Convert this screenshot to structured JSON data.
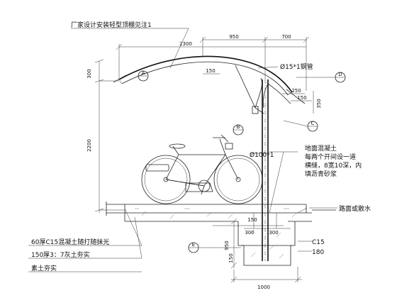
{
  "notes": {
    "top": "厂家设计安装轻型顶棚见注1",
    "pipe_top": "Ø15*1钢管",
    "pipe_main": "Ø100*1",
    "ground_1": "地面混凝土",
    "ground_2": "每两个开间设一道",
    "ground_3": "横缝，8宽10深，内",
    "ground_4": "填沥青砂浆",
    "road": "路面或散水",
    "c15": "C15",
    "layer1": "60厚C15混凝土随打随抹光",
    "layer2": "150厚3：7灰土夯实",
    "layer3": "素土夯实"
  },
  "dimensions": {
    "d2300": "2300",
    "d950": "950",
    "d700": "700",
    "d300a": "300",
    "d150a": "150",
    "d350": "350",
    "d2200": "2200",
    "d250": "250",
    "d150b": "150",
    "d150c": "150",
    "d300b": "300",
    "d300c": "300",
    "d950b": "950",
    "d150d": "150",
    "d180": "180",
    "d1000": "1000"
  },
  "bubbles": {
    "a": "A",
    "b": "B",
    "c": "C",
    "d": "D",
    "e": "E"
  }
}
